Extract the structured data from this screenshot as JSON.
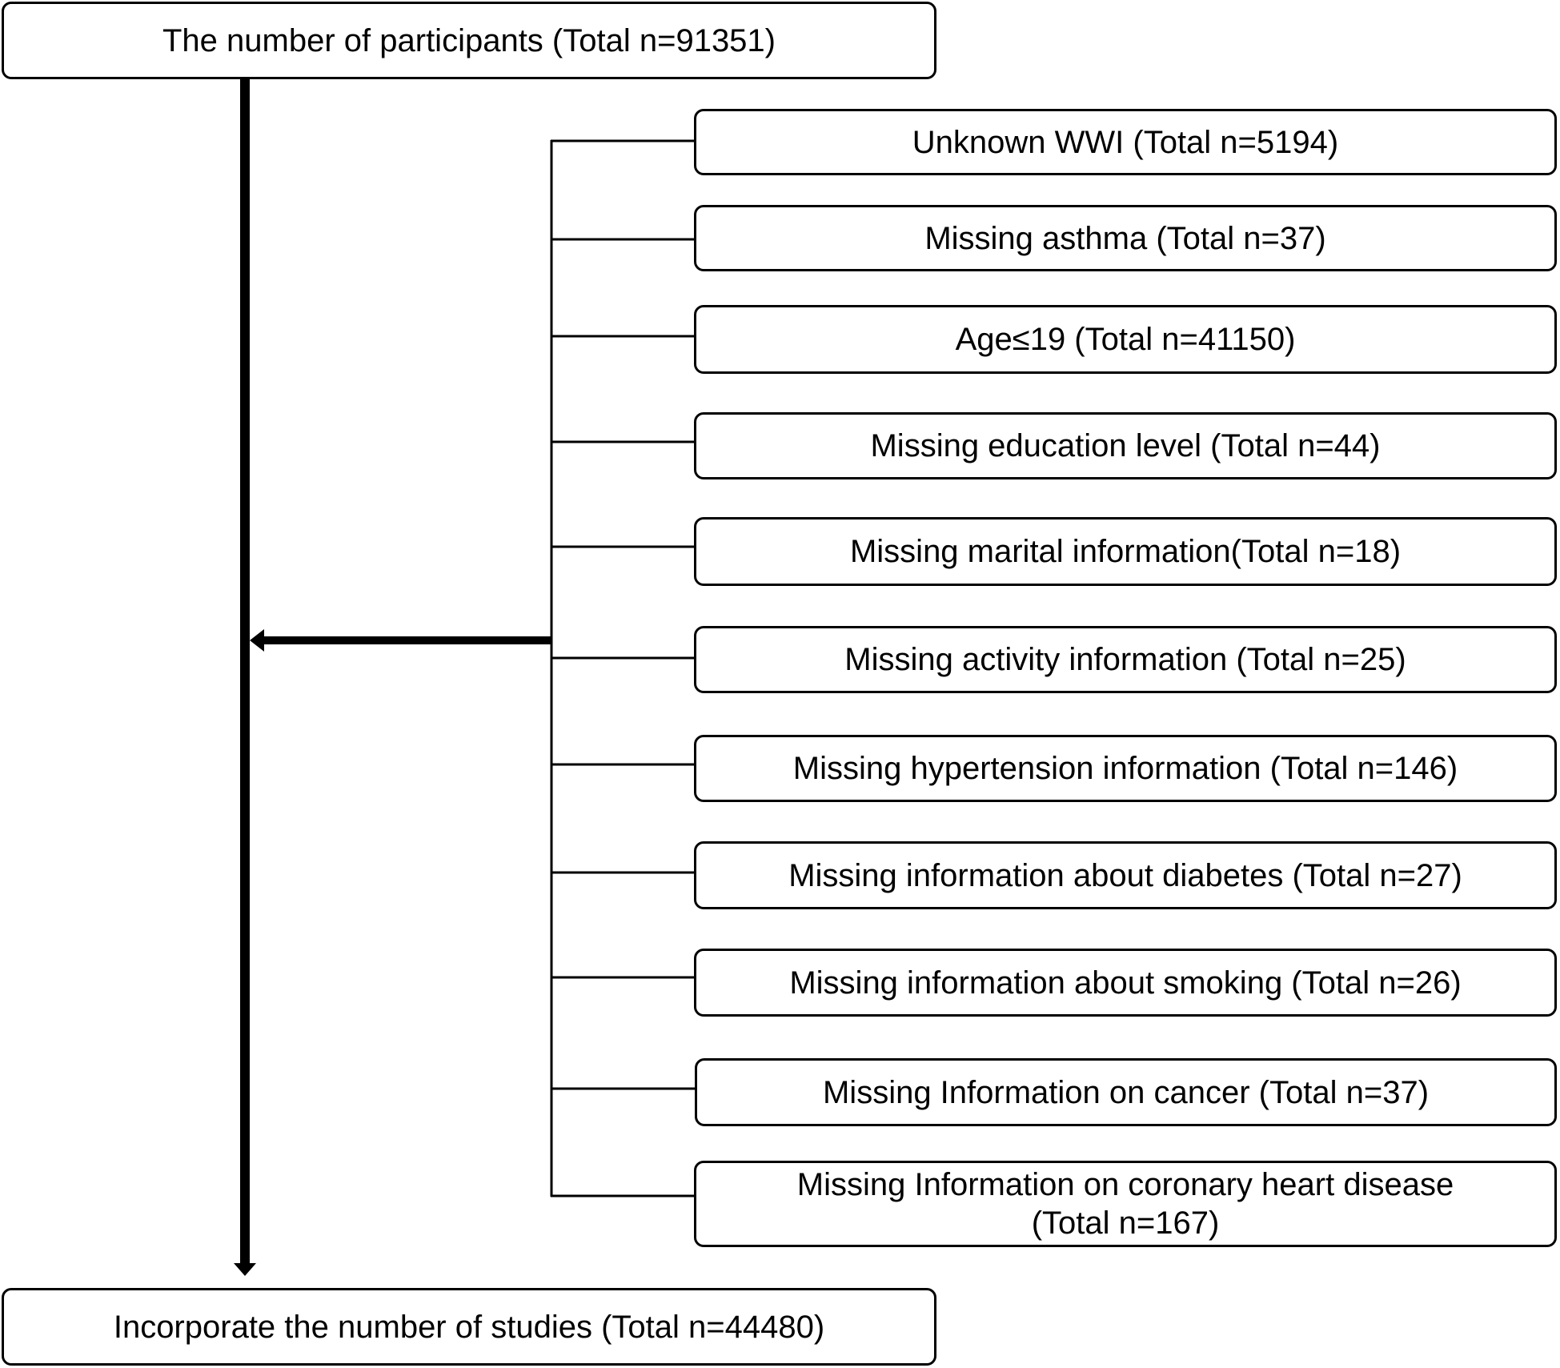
{
  "start": {
    "label": "The number of participants (Total n=91351)"
  },
  "exclusions": [
    {
      "label": "Unknown WWI (Total n=5194)"
    },
    {
      "label": "Missing asthma (Total n=37)"
    },
    {
      "label": "Age≤19 (Total n=41150)"
    },
    {
      "label": "Missing education level (Total n=44)"
    },
    {
      "label": "Missing marital information(Total n=18)"
    },
    {
      "label": "Missing activity information (Total n=25)"
    },
    {
      "label": "Missing hypertension information (Total n=146)"
    },
    {
      "label": "Missing information about diabetes (Total n=27)"
    },
    {
      "label": "Missing information about smoking (Total n=26)"
    },
    {
      "label": "Missing Information on cancer (Total n=37)"
    },
    {
      "label": "Missing Information on coronary heart disease",
      "label2": "(Total n=167)"
    }
  ],
  "end": {
    "label": "Incorporate the number of studies (Total n=44480)"
  }
}
